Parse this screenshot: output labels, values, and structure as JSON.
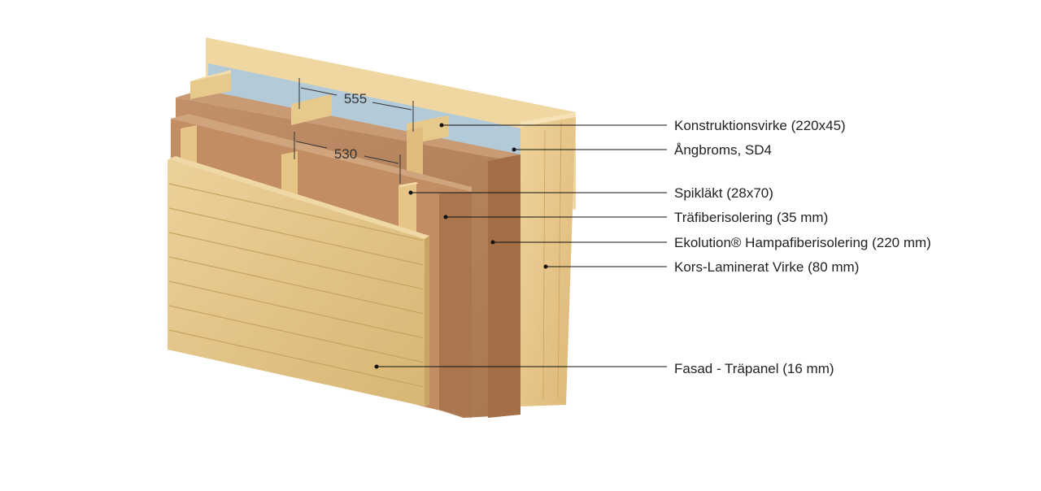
{
  "diagram": {
    "labels": [
      "Konstruktionsvirke (220x45)",
      "Ångbroms, SD4",
      "Spikläkt (28x70)",
      "Träfiberisolering (35 mm)",
      "Ekolution® Hampafiberisolering (220 mm)",
      "Kors-Laminerat Virke (80 mm)",
      "Fasad - Träpanel (16 mm)"
    ],
    "dimensions": [
      "555",
      "530"
    ]
  },
  "colors": {
    "clt": "#e8c98e",
    "clt_edge": "#d4ad6b",
    "membrane": "#b7cfdc",
    "hemp": "#b4835a",
    "hemp_dark": "#9a6b45",
    "wood_fibre": "#c08b5f",
    "batten": "#e6c586",
    "cladding": "#e2c487",
    "cladding_line": "#c8a461",
    "leader": "#111111"
  }
}
